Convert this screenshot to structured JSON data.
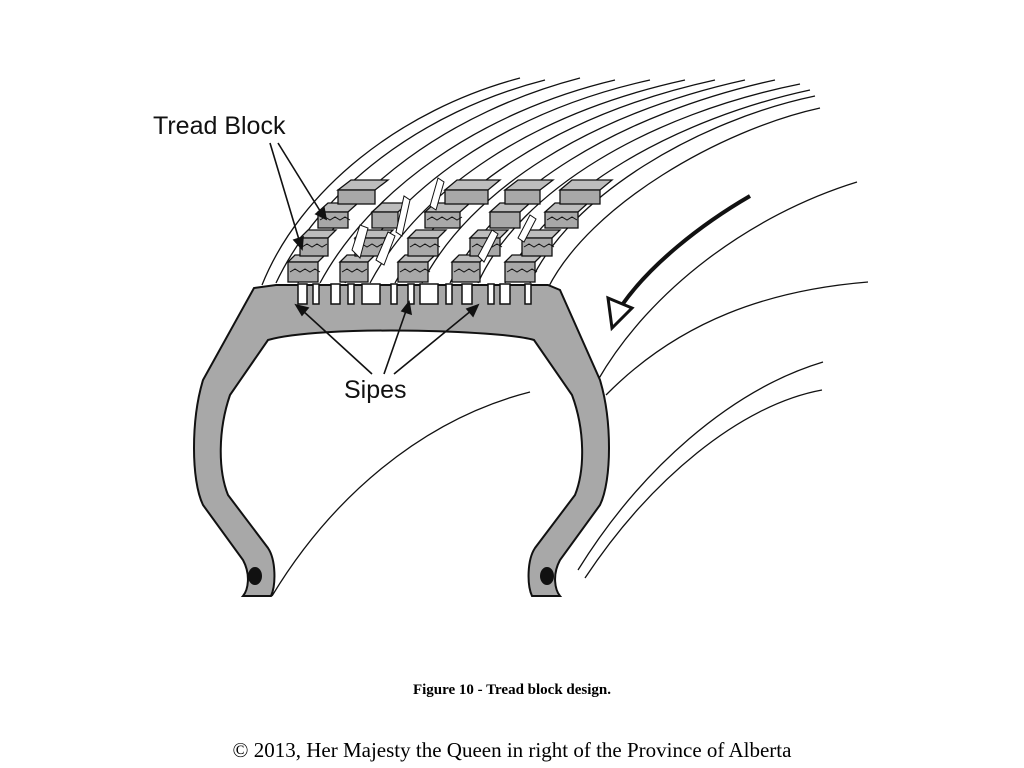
{
  "figure": {
    "callouts": {
      "tread_block": "Tread Block",
      "sipes": "Sipes"
    },
    "rotation_direction_icon": "curved-arrow-icon",
    "colors": {
      "rubber_fill": "#a8a8a8",
      "block_top": "#bdbdbd",
      "outline": "#111111",
      "background": "#ffffff"
    }
  },
  "caption": "Figure 10 - Tread block design.",
  "copyright": "© 2013, Her Majesty the Queen in right of the Province of Alberta"
}
